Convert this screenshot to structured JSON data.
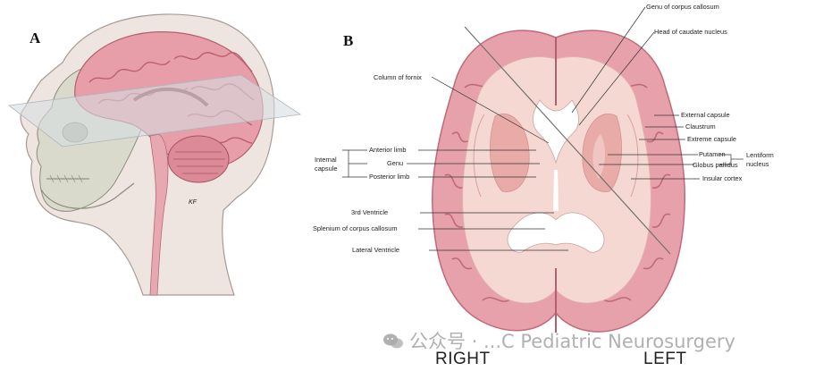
{
  "panels": {
    "a": "A",
    "b": "B"
  },
  "labels": {
    "genu_corpus_callosum": "Genu of corpus callosum",
    "head_caudate": "Head of caudate nucleus",
    "column_fornix": "Column of fornix",
    "external_capsule": "External capsule",
    "claustrum": "Claustrum",
    "extreme_capsule": "Extreme capsule",
    "internal_capsule_1": "Internal",
    "internal_capsule_2": "capsule",
    "anterior_limb": "Anterior limb",
    "genu": "Genu",
    "posterior_limb": "Posterior limb",
    "putamen": "Putamen",
    "globus_pallidus": "Globus pallidus",
    "lentiform_1": "Lentiform",
    "lentiform_2": "nucleus",
    "insular_cortex": "Insular cortex",
    "third_ventricle": "3rd Ventricle",
    "splenium": "Splenium of corpus callosum",
    "lateral_ventricle": "Lateral Ventricle",
    "right": "RIGHT",
    "left": "LEFT"
  },
  "watermark": "公众号 · ...C Pediatric Neurosurgery",
  "colors": {
    "cortex_outer": "#e9a4ad",
    "cortex_fold": "#c86f7d",
    "white_matter": "#f6d9d4",
    "deep_nuclei": "#eab2af",
    "skull": "#d8d9c9",
    "skin": "#eadfd8",
    "plane": "#d9dde0"
  }
}
